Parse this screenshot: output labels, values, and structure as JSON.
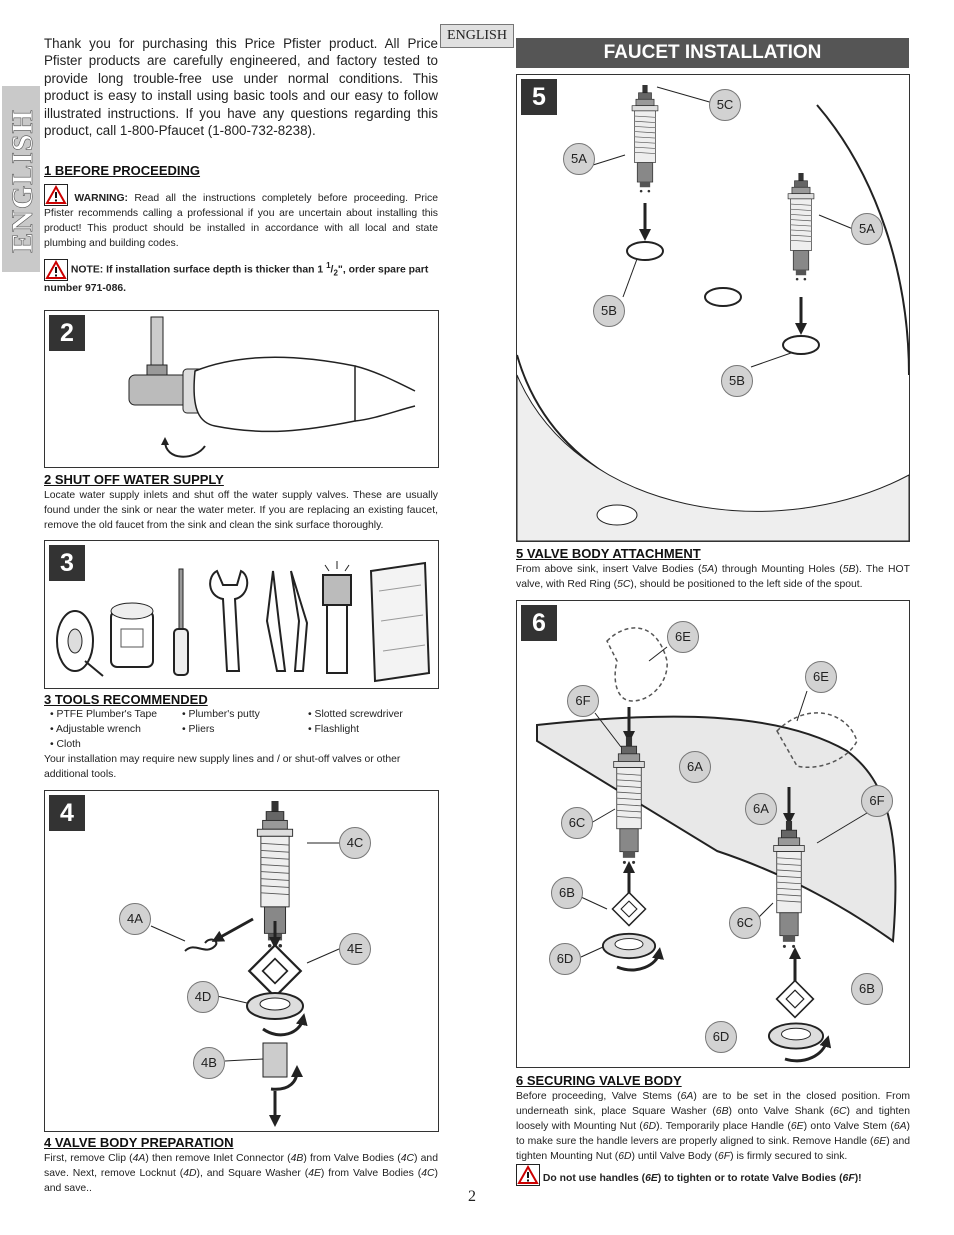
{
  "side_tab": "ENGLISH",
  "lang_tag": "ENGLISH",
  "title": "FAUCET INSTALLATION",
  "intro": "Thank you for purchasing this Price Pfister product.  All Price Pfister products are carefully engineered, and factory tested to provide long trouble-free use under normal conditions.  This product is easy to install using basic tools and our easy to follow illustrated instructions.  If you have any questions regarding this product, call 1-800-Pfaucet (1-800-732-8238).",
  "s1": {
    "heading": "1  BEFORE PROCEEDING",
    "warn_label": "WARNING:",
    "warn_text": " Read all the instructions completely before proceeding. Price Pfister recommends calling a professional if you are uncertain about installing this product! This product should be installed in accordance with all local and state plumbing and building codes.",
    "note_a": "NOTE: If installation surface depth is thicker than 1 ",
    "note_sup": "1",
    "note_sub": "2",
    "note_b": "\", order spare part number 971-086."
  },
  "s2": {
    "num": "2",
    "heading": "2  SHUT OFF WATER SUPPLY",
    "text": "Locate water supply inlets and shut off the water supply valves.  These are usually found under the sink or near the water meter.  If you are replacing an existing faucet, remove the old faucet from the sink and clean the sink surface thoroughly."
  },
  "s3": {
    "num": "3",
    "heading": "3  TOOLS RECOMMENDED",
    "tools_col1": [
      "• PTFE Plumber's Tape",
      "• Adjustable wrench",
      "• Cloth"
    ],
    "tools_col2": [
      "• Plumber's putty",
      "• Pliers"
    ],
    "tools_col3": [
      "• Slotted screwdriver",
      "• Flashlight"
    ],
    "text": "Your installation may require new supply lines and / or shut-off valves or other additional tools."
  },
  "s4": {
    "num": "4",
    "heading": "4  VALVE BODY PREPARATION",
    "labels": {
      "a": "4A",
      "b": "4B",
      "c": "4C",
      "d": "4D",
      "e": "4E"
    },
    "t": [
      "First, remove Clip (",
      "4A",
      ") then remove Inlet Connector (",
      "4B",
      ") from Valve Bodies (",
      "4C",
      ") and save.  Next, remove Locknut (",
      "4D",
      "), and Square Washer (",
      "4E",
      ") from Valve Bodies (",
      "4C",
      ") and save.."
    ]
  },
  "s5": {
    "num": "5",
    "heading": "5  VALVE BODY ATTACHMENT",
    "labels": {
      "a": "5A",
      "b": "5B",
      "c": "5C"
    },
    "t": [
      "From above sink, insert Valve Bodies (",
      "5A",
      ") through Mounting Holes (",
      "5B",
      ").  The HOT valve, with Red Ring (",
      "5C",
      "), should be positioned to the left side of the spout."
    ]
  },
  "s6": {
    "num": "6",
    "heading": "6  SECURING VALVE BODY",
    "labels": {
      "a": "6A",
      "b": "6B",
      "c": "6C",
      "d": "6D",
      "e": "6E",
      "f": "6F"
    },
    "t": [
      "Before proceeding, Valve Stems (",
      "6A",
      ") are to be set in the closed position.  From underneath sink, place Square Washer (",
      "6B",
      ") onto Valve Shank (",
      "6C",
      ") and tighten loosely with Mounting Nut (",
      "6D",
      ").  Temporarily place Handle (",
      "6E",
      ") onto Valve Stem (",
      "6A",
      ") to make sure the handle levers are properly aligned to sink.  Remove Handle (",
      "6E",
      ") and tighten Mounting Nut (",
      "6D",
      ") until Valve Body (",
      "6F",
      ") is firmly secured to sink."
    ],
    "warn": [
      "Do not use handles (",
      "6E",
      ") to tighten or to rotate Valve Bodies (",
      "6F",
      ")!"
    ]
  },
  "page_number": "2"
}
